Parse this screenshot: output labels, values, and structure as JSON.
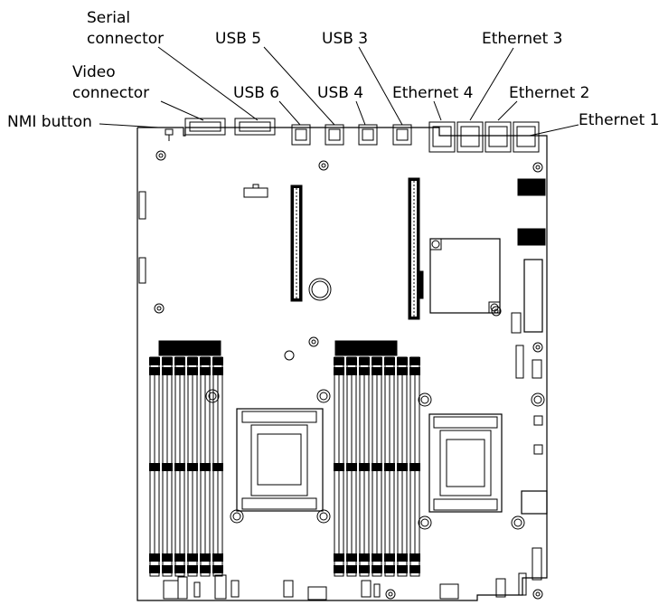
{
  "callouts": {
    "serial_line1": "Serial",
    "serial_line2": "connector",
    "video_line1": "Video",
    "video_line2": "connector",
    "nmi": "NMI button",
    "usb5": "USB  5",
    "usb3": "USB  3",
    "usb6": "USB  6",
    "usb4": "USB  4",
    "eth3": "Ethernet 3",
    "eth4": "Ethernet 4",
    "eth2": "Ethernet 2",
    "eth1": "Ethernet 1"
  }
}
